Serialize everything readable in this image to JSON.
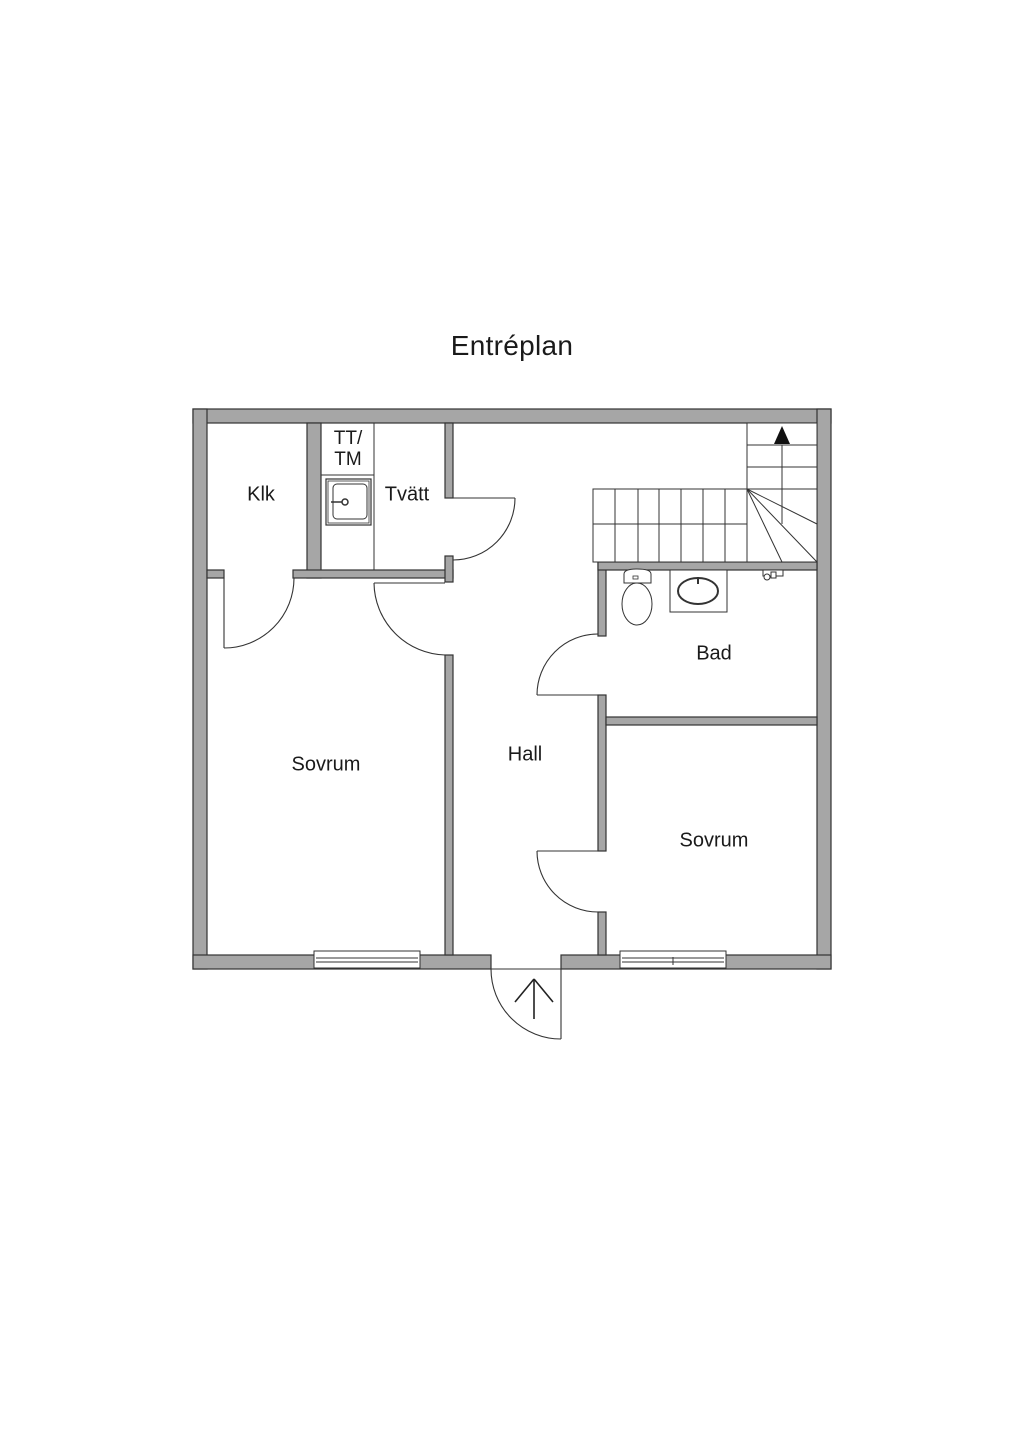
{
  "title": "Entréplan",
  "colors": {
    "wall_fill": "#a6a6a6",
    "wall_stroke": "#333333",
    "line": "#222222",
    "background": "#ffffff"
  },
  "rooms": [
    {
      "id": "klk",
      "label": "Klk"
    },
    {
      "id": "tt_tm",
      "label_line1": "TT/",
      "label_line2": "TM"
    },
    {
      "id": "tvatt",
      "label": "Tvätt"
    },
    {
      "id": "sovrum_left",
      "label": "Sovrum"
    },
    {
      "id": "hall",
      "label": "Hall"
    },
    {
      "id": "bad",
      "label": "Bad"
    },
    {
      "id": "sovrum_right",
      "label": "Sovrum"
    }
  ],
  "symbols": {
    "stairs_direction": "up",
    "entrance_arrow": "up",
    "fixtures": [
      "laundry-sink",
      "toilet",
      "washbasin",
      "shower-tap"
    ],
    "windows": 2
  }
}
